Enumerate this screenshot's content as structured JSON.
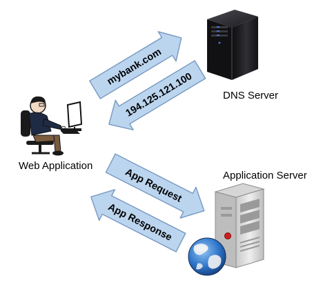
{
  "nodes": {
    "web_app": "Web Application",
    "dns_server": "DNS Server",
    "app_server": "Application Server"
  },
  "arrows": {
    "dns_request": "mybank.com",
    "dns_response": "194.125.121.100",
    "app_request": "App Request",
    "app_response": "App Response"
  },
  "colors": {
    "arrow_fill": "#bcd5ef",
    "arrow_stroke": "#7a9cc3",
    "server_dark": "#1e1e22",
    "server_light": "#e4e4e4",
    "server_led": "#d21e1e",
    "globe_blue": "#2e74c9"
  },
  "icons": {
    "person": "person-at-computer-icon",
    "dns": "dark-server-tower-icon",
    "app": "grey-server-with-globe-icon"
  }
}
